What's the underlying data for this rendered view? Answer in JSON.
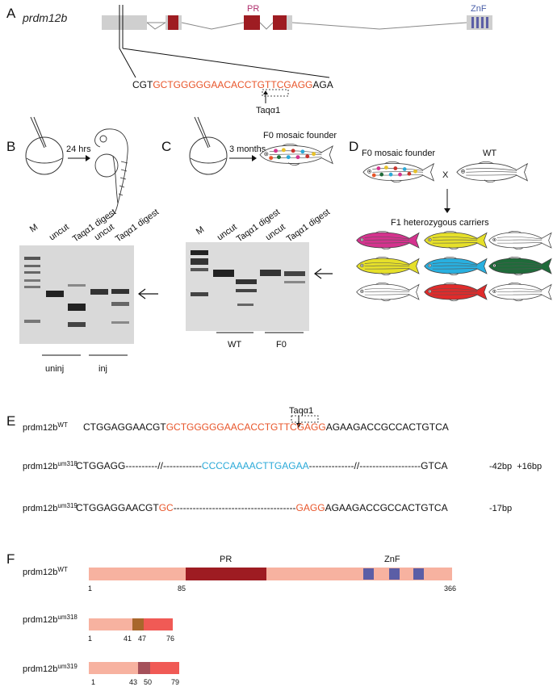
{
  "colors": {
    "pr_domain": "#9e1c22",
    "znf_box": "#5b5ea6",
    "exon_gray": "#cfcfcf",
    "seq_red": "#e8552a",
    "seq_cyan": "#2aa9d8",
    "protein_light": "#f7b2a0",
    "protein_red": "#f05a55",
    "frameshift_brown": "#a9672c",
    "frameshift_mauve": "#a5505a",
    "pr_label": "#b0306e",
    "znf_label": "#4a5fa8"
  },
  "panels": {
    "A": "A",
    "B": "B",
    "C": "C",
    "D": "D",
    "E": "E",
    "F": "F"
  },
  "panelA": {
    "gene": "prdm12b",
    "pr": "PR",
    "znf": "ZnF",
    "seq_pre": "CGT",
    "seq_red1": "GCTGGGGGAACACCTG",
    "seq_box": "TTCG",
    "seq_red2": "AGG",
    "seq_post": "AGA",
    "enzyme": "Taqα1"
  },
  "panelB": {
    "time": "24 hrs",
    "lanes": [
      "M",
      "uncut",
      "Taqα1 digest",
      "uncut",
      "Taqα1 digest"
    ],
    "group1": "uninj",
    "group2": "inj"
  },
  "panelC": {
    "time": "3 months",
    "founder": "F0 mosaic founder",
    "lanes": [
      "M",
      "uncut",
      "Taqα1 digest",
      "uncut",
      "Taqα1 digest"
    ],
    "group1": "WT",
    "group2": "F0"
  },
  "panelD": {
    "founder": "F0 mosaic founder",
    "cross": "X",
    "wt": "WT",
    "f1": "F1 heterozygous carriers"
  },
  "panelE": {
    "enzyme": "Taqα1",
    "rows": [
      {
        "name": "prdm12b",
        "sup": "WT",
        "a": "CTGGAGGAACGT",
        "b": "GCTGGGGGAACACCTG",
        "box": "TTCG",
        "c": "AGG",
        "d": "AGAAGACCGCCACTGTCA",
        "note": ""
      },
      {
        "name": "prdm12b",
        "sup": "um318",
        "a": "CTGGAGG----------//------------",
        "b": "CCCCAAAACTTGAGAA",
        "c": "--------------//-------------------",
        "d": "GTCA",
        "note": "-42bp  +16bp"
      },
      {
        "name": "prdm12b",
        "sup": "um319",
        "a": "CTGGAGGAACGT",
        "b": "GC",
        "c": "--------------------------------------",
        "d": "GAGG",
        "e": "AGAAGACCGCCACTGTCA",
        "note": "-17bp"
      }
    ]
  },
  "panelF": {
    "wt": {
      "name": "prdm12b",
      "sup": "WT",
      "pr": "PR",
      "znf": "ZnF",
      "ticks": [
        "1",
        "85",
        "366"
      ]
    },
    "um318": {
      "name": "prdm12b",
      "sup": "um318",
      "ticks": [
        "1",
        "41",
        "47",
        "76"
      ]
    },
    "um319": {
      "name": "prdm12b",
      "sup": "um319",
      "ticks": [
        "1",
        "43",
        "50",
        "79"
      ]
    }
  }
}
